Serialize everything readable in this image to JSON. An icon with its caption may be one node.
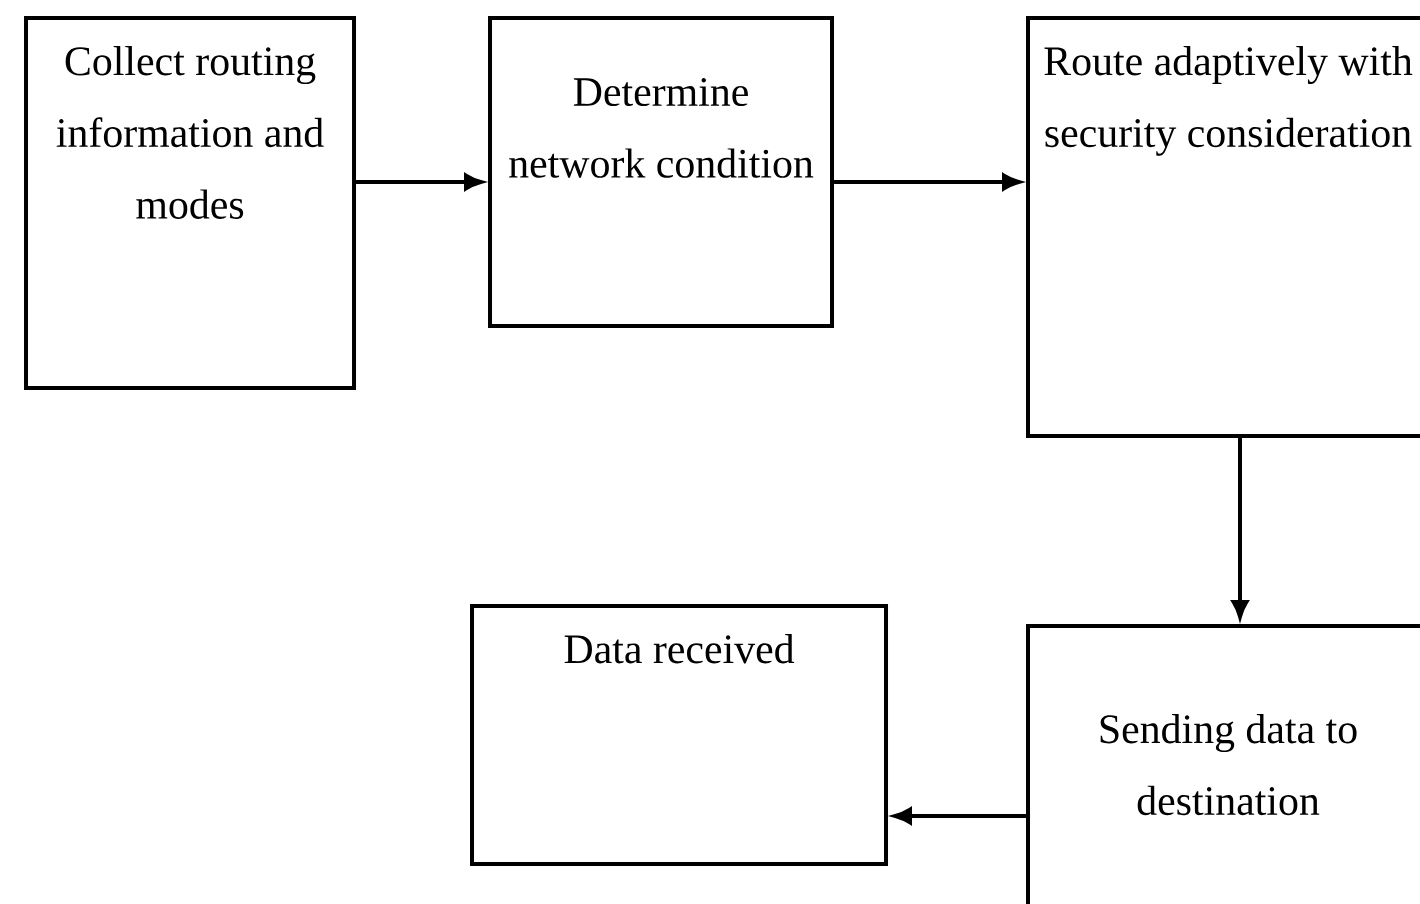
{
  "diagram": {
    "nodes": [
      {
        "text": [
          "Collect routing information and modes"
        ]
      },
      {
        "text": [
          "Determine network condition"
        ]
      },
      {
        "text": [
          "Route adaptively with security consideration"
        ]
      },
      {
        "text": [
          "Sending data to destination"
        ]
      },
      {
        "text": [
          "Data received"
        ]
      }
    ],
    "edges": [
      {
        "from": 0,
        "to": 1,
        "arrow": "to"
      },
      {
        "from": 1,
        "to": 2,
        "arrow": "to"
      },
      {
        "from": 2,
        "to": 3,
        "arrow": "to"
      },
      {
        "from": 3,
        "to": 4,
        "arrow": "to"
      }
    ]
  }
}
